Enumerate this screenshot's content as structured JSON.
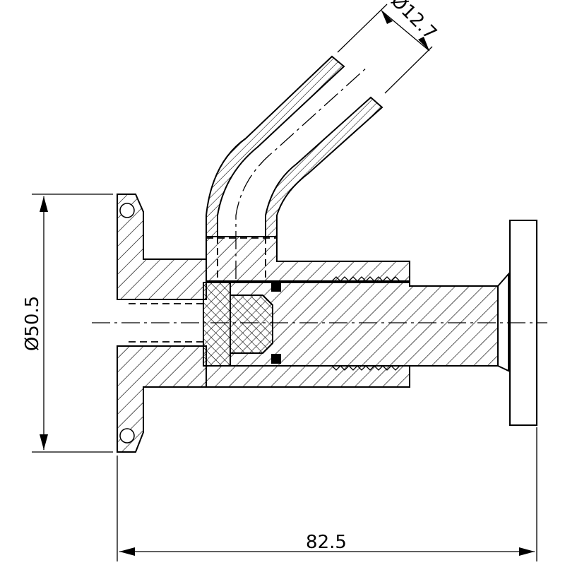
{
  "dimensions": {
    "flange_diameter": "Ø50.5",
    "tube_diameter": "Ø12.7",
    "overall_length": "82.5"
  }
}
